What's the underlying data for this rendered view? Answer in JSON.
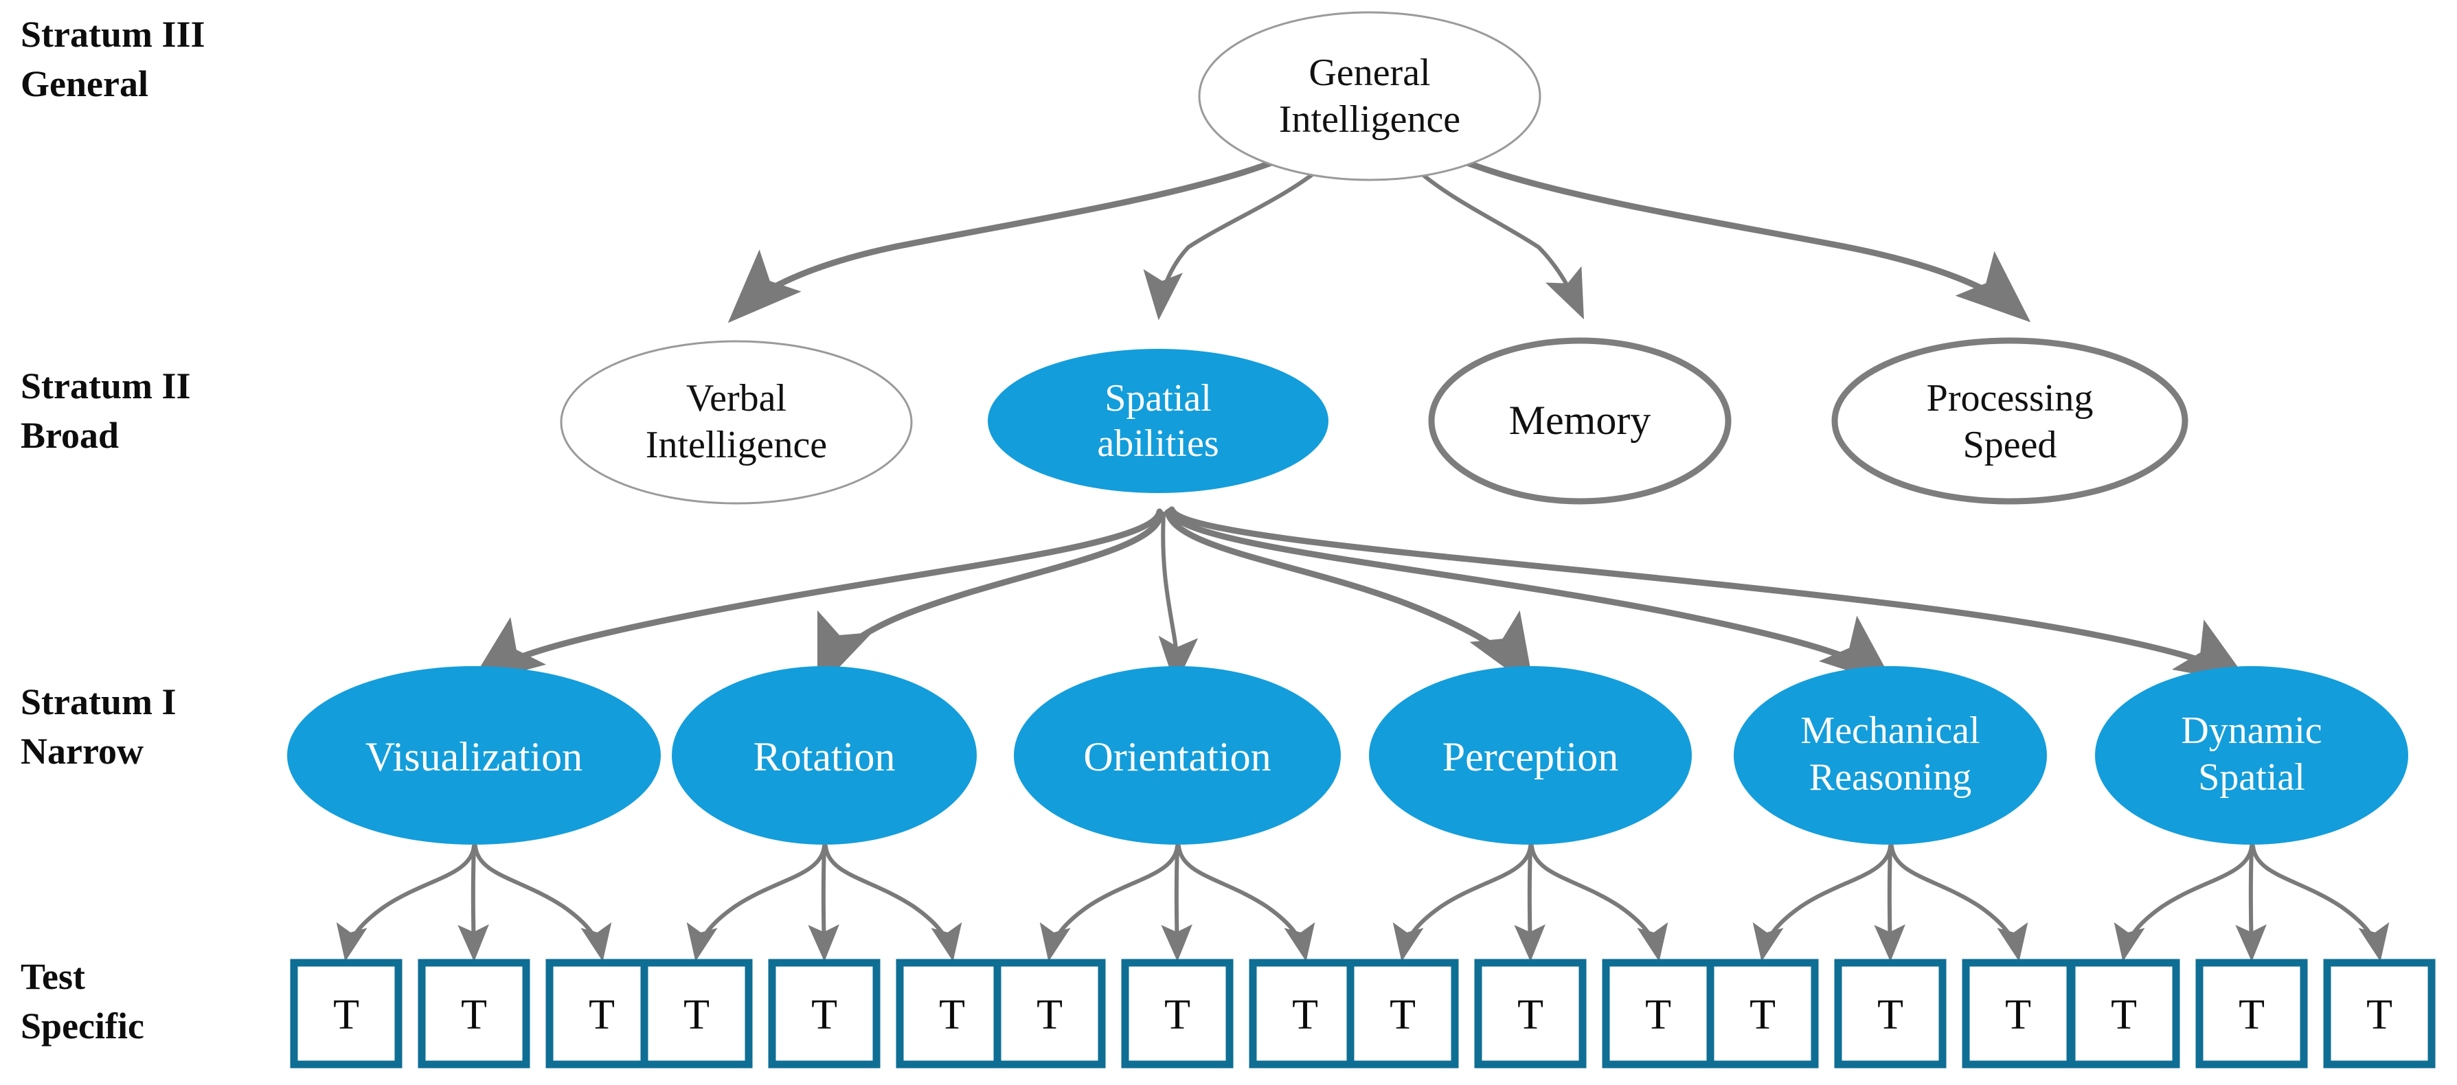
{
  "figure": {
    "title": "Hierarchical model of spatial abilities (Cattell-Horn-Carroll three-stratum structure)",
    "colors": {
      "accent_blue": "#139DDB",
      "box_teal": "#0F6E94",
      "edge_gray": "#7A7A7A",
      "outline_light_gray": "#9A9A9A",
      "outline_dark_gray": "#7D7D7D",
      "background": "#FFFFFF",
      "text_dark": "#0D0D0D",
      "text_on_blue": "#FFFFFF"
    }
  },
  "strata": [
    {
      "id": "stratum-3",
      "line1": "Stratum III",
      "line2": "General"
    },
    {
      "id": "stratum-2",
      "line1": "Stratum II",
      "line2": "Broad"
    },
    {
      "id": "stratum-1",
      "line1": "Stratum I",
      "line2": "Narrow"
    },
    {
      "id": "test",
      "line1": "Test",
      "line2": "Specific"
    }
  ],
  "stratum_three": {
    "node": {
      "id": "general-intelligence",
      "line1": "General",
      "line2": "Intelligence",
      "style": "outline-light"
    }
  },
  "stratum_two": {
    "nodes": [
      {
        "id": "verbal-intelligence",
        "line1": "Verbal",
        "line2": "Intelligence",
        "style": "outline-light"
      },
      {
        "id": "spatial-abilities",
        "line1": "Spatial",
        "line2": "abilities",
        "style": "filled-blue"
      },
      {
        "id": "memory",
        "line1": "Memory",
        "line2": "",
        "style": "outline-dark"
      },
      {
        "id": "processing-speed",
        "line1": "Processing",
        "line2": "Speed",
        "style": "outline-dark"
      }
    ]
  },
  "stratum_one": {
    "nodes": [
      {
        "id": "visualization",
        "line1": "Visualization",
        "line2": "",
        "style": "filled-blue"
      },
      {
        "id": "rotation",
        "line1": "Rotation",
        "line2": "",
        "style": "filled-blue"
      },
      {
        "id": "orientation",
        "line1": "Orientation",
        "line2": "",
        "style": "filled-blue"
      },
      {
        "id": "perception",
        "line1": "Perception",
        "line2": "",
        "style": "filled-blue"
      },
      {
        "id": "mechanical-reasoning",
        "line1": "Mechanical",
        "line2": "Reasoning",
        "style": "filled-blue"
      },
      {
        "id": "dynamic-spatial",
        "line1": "Dynamic",
        "line2": "Spatial",
        "style": "filled-blue"
      }
    ]
  },
  "test_level": {
    "box_label": "T",
    "groups": [
      {
        "parent": "visualization",
        "boxes": [
          "T",
          "T",
          "T"
        ]
      },
      {
        "parent": "rotation",
        "boxes": [
          "T",
          "T",
          "T"
        ]
      },
      {
        "parent": "orientation",
        "boxes": [
          "T",
          "T",
          "T"
        ]
      },
      {
        "parent": "perception",
        "boxes": [
          "T",
          "T",
          "T"
        ]
      },
      {
        "parent": "mechanical-reasoning",
        "boxes": [
          "T",
          "T",
          "T"
        ]
      },
      {
        "parent": "dynamic-spatial",
        "boxes": [
          "T",
          "T",
          "T"
        ]
      }
    ]
  },
  "edges": {
    "from_general_intelligence": [
      "verbal-intelligence",
      "spatial-abilities",
      "memory",
      "processing-speed"
    ],
    "from_spatial_abilities": [
      "visualization",
      "rotation",
      "orientation",
      "perception",
      "mechanical-reasoning",
      "dynamic-spatial"
    ],
    "arrowhead": "triangle-arrow-icon"
  }
}
